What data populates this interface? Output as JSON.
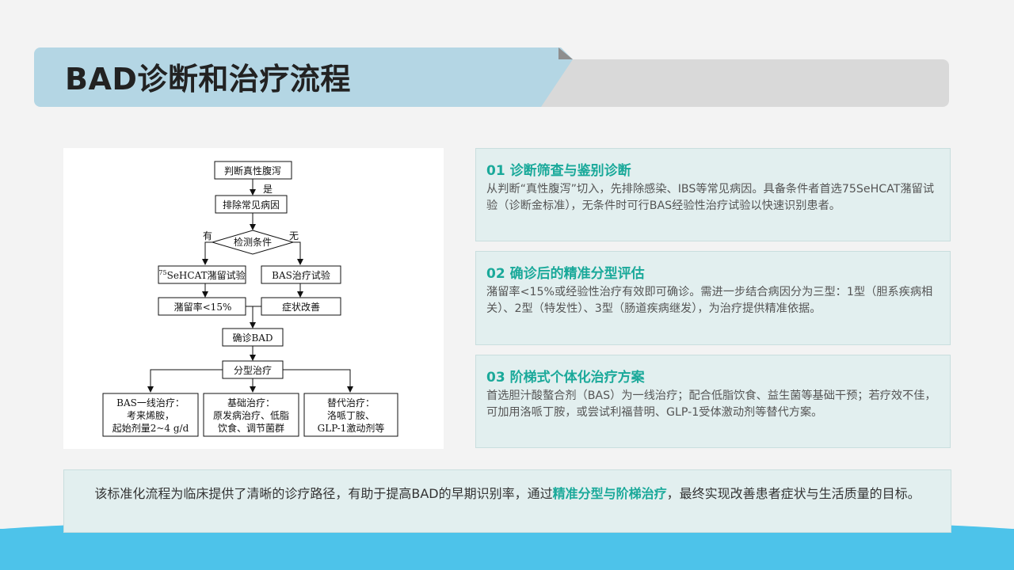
{
  "title": "BAD诊断和治疗流程",
  "flowchart": {
    "step1": "判断真性腹泻",
    "yes_label": "是",
    "step2": "排除常见病因",
    "decision": "检测条件",
    "left_label": "有",
    "right_label": "无",
    "test_left": "75SeHCAT潴留试验",
    "test_left_sup": "75",
    "test_left_main": "SeHCAT潴留试验",
    "test_right": "BAS治疗试验",
    "result_left": "潴留率<15%",
    "result_right": "症状改善",
    "confirm": "确诊BAD",
    "classify": "分型治疗",
    "treat1": [
      "BAS一线治疗：",
      "考来烯胺，",
      "起始剂量2~4 g/d"
    ],
    "treat2": [
      "基础治疗：",
      "原发病治疗、低脂",
      "饮食、调节菌群"
    ],
    "treat3": [
      "替代治疗：",
      "洛哌丁胺、",
      "GLP-1激动剂等"
    ]
  },
  "cards": [
    {
      "title": "01 诊断筛查与鉴别诊断",
      "body": "从判断“真性腹泻”切入，先排除感染、IBS等常见病因。具备条件者首选75SeHCAT潴留试验（诊断金标准），无条件时可行BAS经验性治疗试验以快速识别患者。"
    },
    {
      "title": "02 确诊后的精准分型评估",
      "body": "潴留率<15%或经验性治疗有效即可确诊。需进一步结合病因分为三型：1型（胆系疾病相关）、2型（特发性）、3型（肠道疾病继发），为治疗提供精准依据。"
    },
    {
      "title": "03 阶梯式个体化治疗方案",
      "body": "首选胆汁酸螯合剂（BAS）为一线治疗；配合低脂饮食、益生菌等基础干预；若疗效不佳，可加用洛哌丁胺，或尝试利福昔明、GLP-1受体激动剂等替代方案。"
    }
  ],
  "summary": {
    "before": "该标准化流程为临床提供了清晰的诊疗路径，有助于提高BAD的早期识别率，通过",
    "highlight": "精准分型与阶梯治疗",
    "after": "，最终实现改善患者症状与生活质量的目标。"
  },
  "colors": {
    "accent": "#1aa99a",
    "banner": "#b4d6e4",
    "card_bg": "#e2efef",
    "wave": "#4dc3ea"
  }
}
